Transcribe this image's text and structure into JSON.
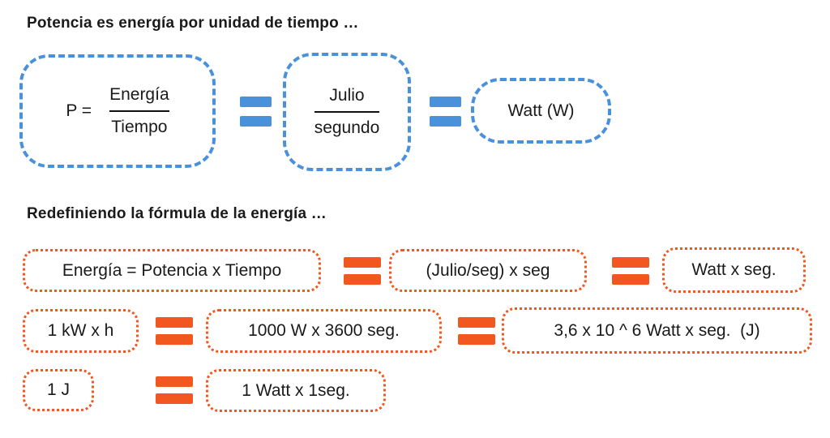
{
  "colors": {
    "blue_accent": "#4a91db",
    "orange_accent": "#f1571f",
    "text": "#1a1a1a",
    "background": "#ffffff"
  },
  "section1": {
    "title": "Potencia es energía por unidad de tiempo …",
    "power_box": {
      "prefix": "P =",
      "numerator": "Energía",
      "denominator": "Tiempo"
    },
    "units_box": {
      "numerator": "Julio",
      "denominator": "segundo"
    },
    "watt_box": "Watt (W)"
  },
  "section2": {
    "title": "Redefiniendo la fórmula de la energía …",
    "row1": [
      "Energía = Potencia x Tiempo",
      "(Julio/seg) x seg",
      "Watt x seg."
    ],
    "row2": [
      "1 kW x h",
      "1000 W x 3600 seg.",
      "3,6 x 10 ^ 6 Watt x seg.  (J)"
    ],
    "row3": [
      "1 J",
      "1 Watt x 1seg."
    ]
  }
}
